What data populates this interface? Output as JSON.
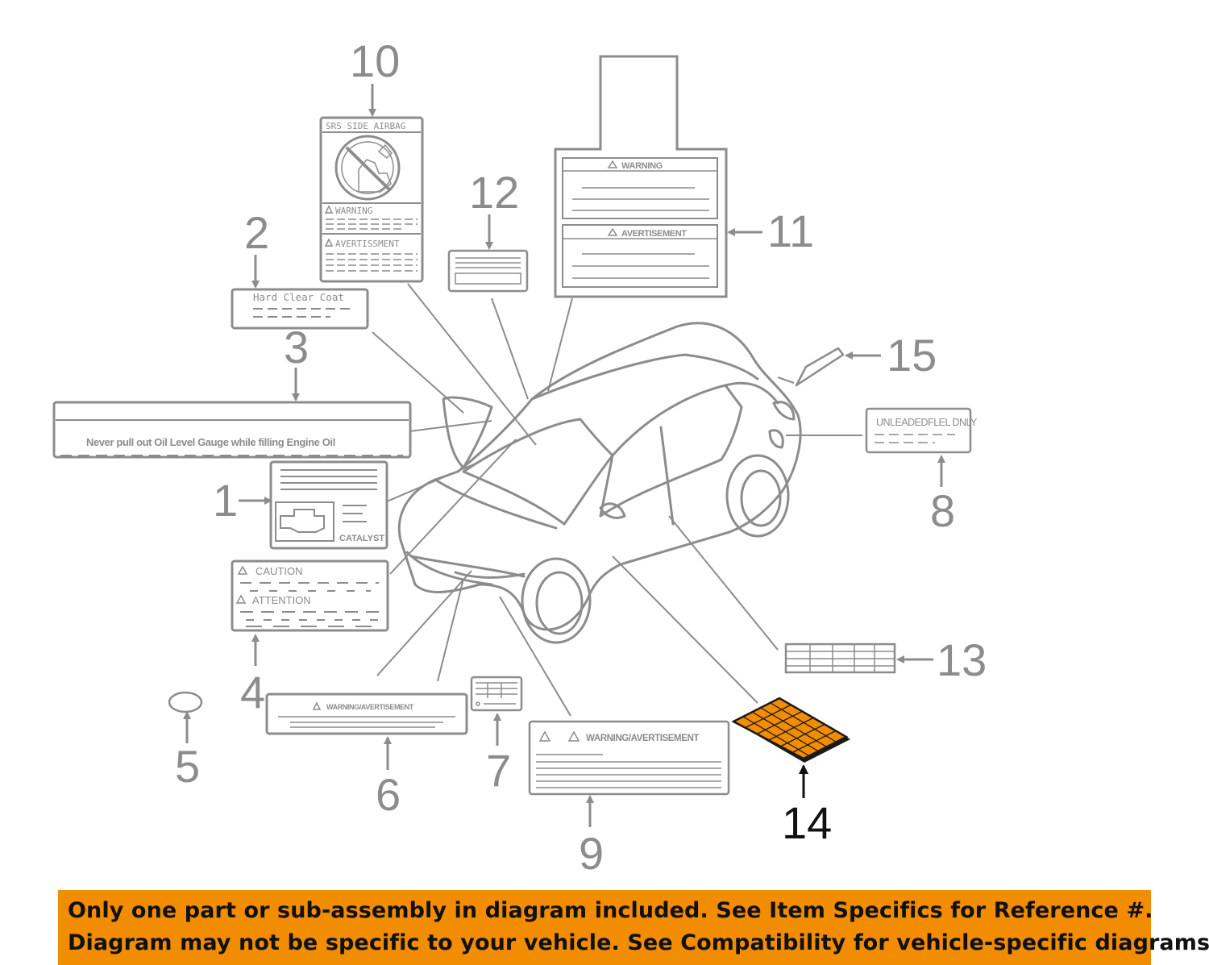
{
  "colors": {
    "line": "#8c8c8c",
    "highlight_fill": "#f28c00",
    "highlight_stroke": "#1a1a1a",
    "banner_bg": "#f28c00",
    "banner_text": "#111111"
  },
  "callouts": [
    {
      "id": 1,
      "number": "1"
    },
    {
      "id": 2,
      "number": "2"
    },
    {
      "id": 3,
      "number": "3"
    },
    {
      "id": 4,
      "number": "4"
    },
    {
      "id": 5,
      "number": "5"
    },
    {
      "id": 6,
      "number": "6"
    },
    {
      "id": 7,
      "number": "7"
    },
    {
      "id": 8,
      "number": "8"
    },
    {
      "id": 9,
      "number": "9"
    },
    {
      "id": 10,
      "number": "10"
    },
    {
      "id": 11,
      "number": "11"
    },
    {
      "id": 12,
      "number": "12"
    },
    {
      "id": 13,
      "number": "13"
    },
    {
      "id": 14,
      "number": "14",
      "highlighted": true
    },
    {
      "id": 15,
      "number": "15"
    }
  ],
  "labels": {
    "l1": {
      "text": "CATALYST"
    },
    "l2": {
      "text": "Hard Clear Coat"
    },
    "l3": {
      "text": "Never pull out Oil Level Gauge while filling Engine Oil"
    },
    "l4": {
      "caution": "CAUTION",
      "attention": "ATTENTION"
    },
    "l6": {
      "text": "WARNING/AVERTISEMENT"
    },
    "l8": {
      "text": "UNLEADEDFLEL DNLY"
    },
    "l9": {
      "text": "WARNING/AVERTISEMENT"
    },
    "l10": {
      "title": "SRS SIDE AIRBAG",
      "warning": "WARNING",
      "avert": "AVERTISSMENT"
    },
    "l11": {
      "warning": "WARNING",
      "avert": "AVERTISEMENT"
    }
  },
  "banner": {
    "line1": "Only one part or sub-assembly in diagram included. See Item Specifics for Reference #.",
    "line2": "Diagram may not be specific to your vehicle. See Compatibility for vehicle-specific diagrams."
  }
}
